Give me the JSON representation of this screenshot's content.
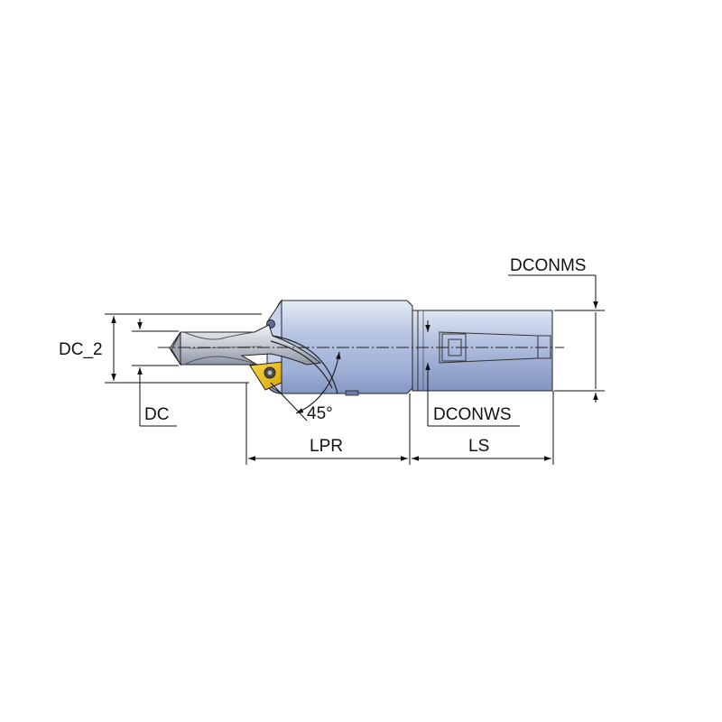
{
  "labels": {
    "dc_2": "DC_2",
    "dc": "DC",
    "angle": "45°",
    "lpr": "LPR",
    "ls": "LS",
    "dconms": "DCONMS",
    "dconws": "DCONWS"
  },
  "colors": {
    "body_light": "#dbe3f2",
    "body_mid": "#a9b8da",
    "body_dark": "#7f92be",
    "insert": "#f3c21a",
    "drill_tip": "#c9cdd6",
    "line": "#111111"
  }
}
